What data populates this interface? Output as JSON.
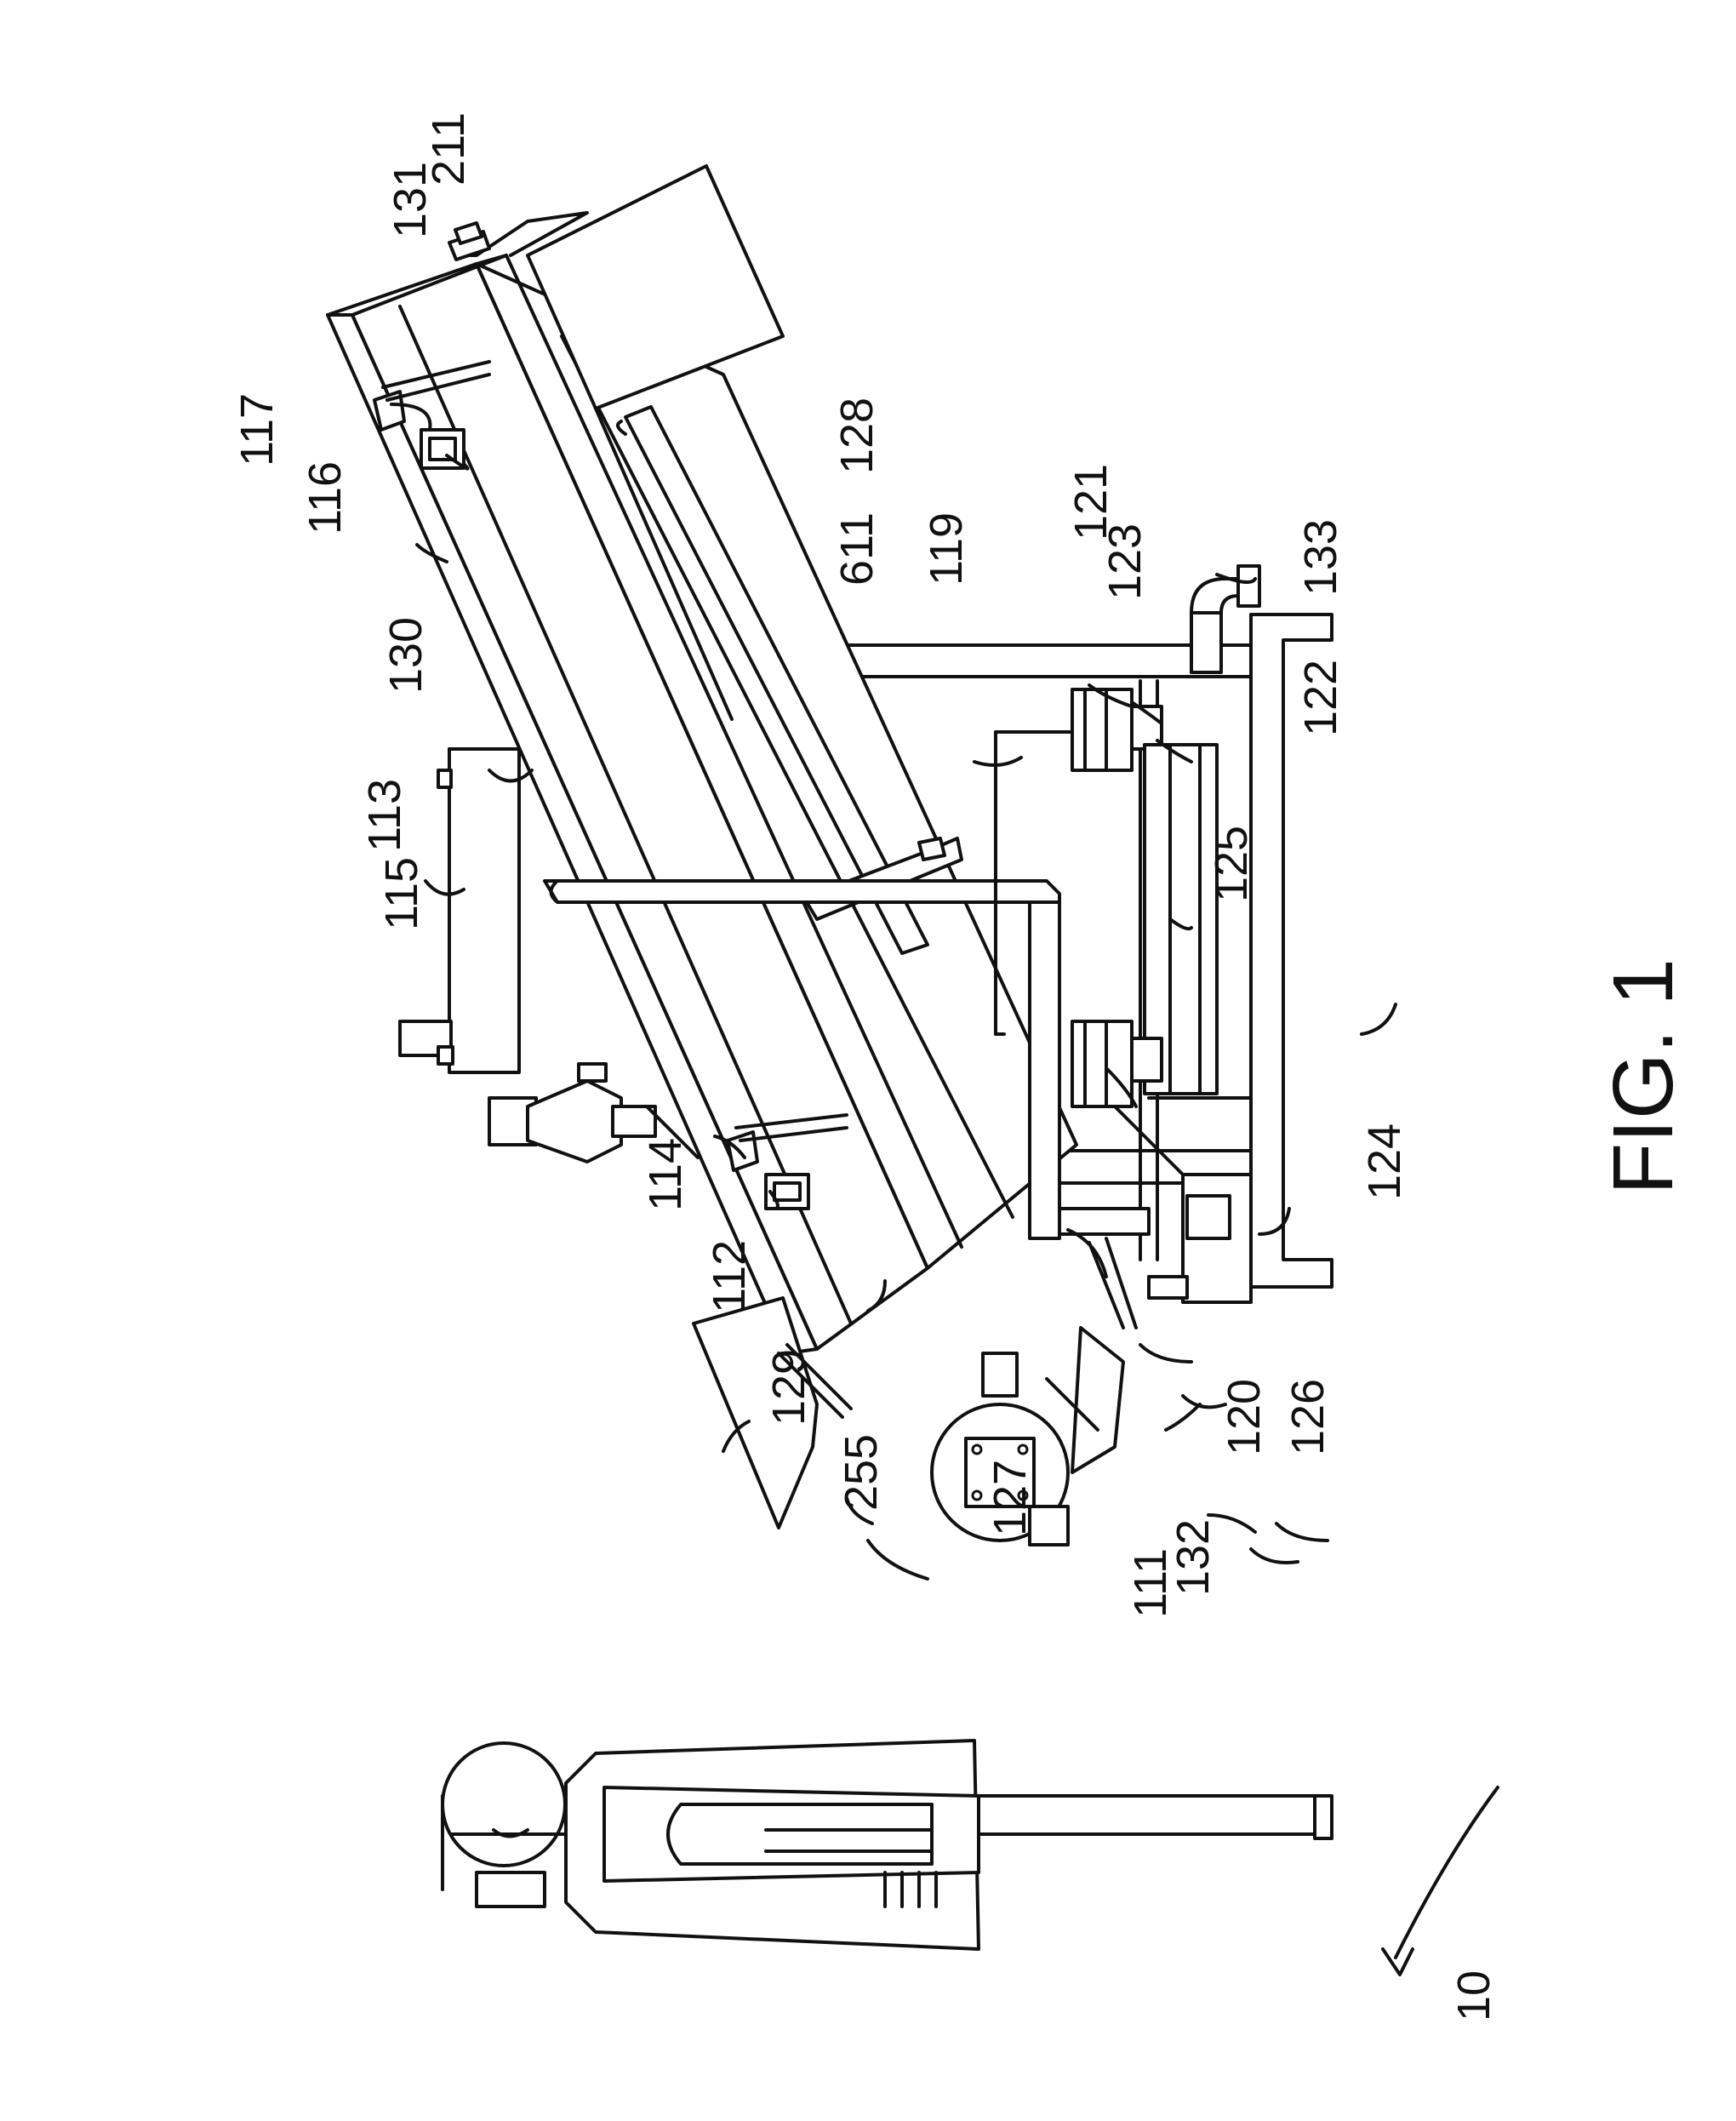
{
  "figure": {
    "caption": "FIG. 1",
    "orientation": "rotated 90 degrees counter-clockwise",
    "line_color": "#111111",
    "background_color": "#ffffff"
  },
  "reference_numerals": {
    "assembly": "10",
    "conveyor": "111",
    "n112": "112",
    "n113": "113",
    "n114": "114",
    "n115": "115",
    "n116": "116",
    "n117": "117",
    "n119": "119",
    "n120": "120",
    "n121": "121",
    "n122": "122",
    "n123": "123",
    "n124": "124",
    "n125": "125",
    "n126": "126",
    "n127": "127",
    "n128": "128",
    "n129": "129",
    "n130": "130",
    "n131": "131",
    "n132": "132",
    "n133": "133",
    "n211": "211",
    "n255": "255",
    "n611": "611"
  }
}
